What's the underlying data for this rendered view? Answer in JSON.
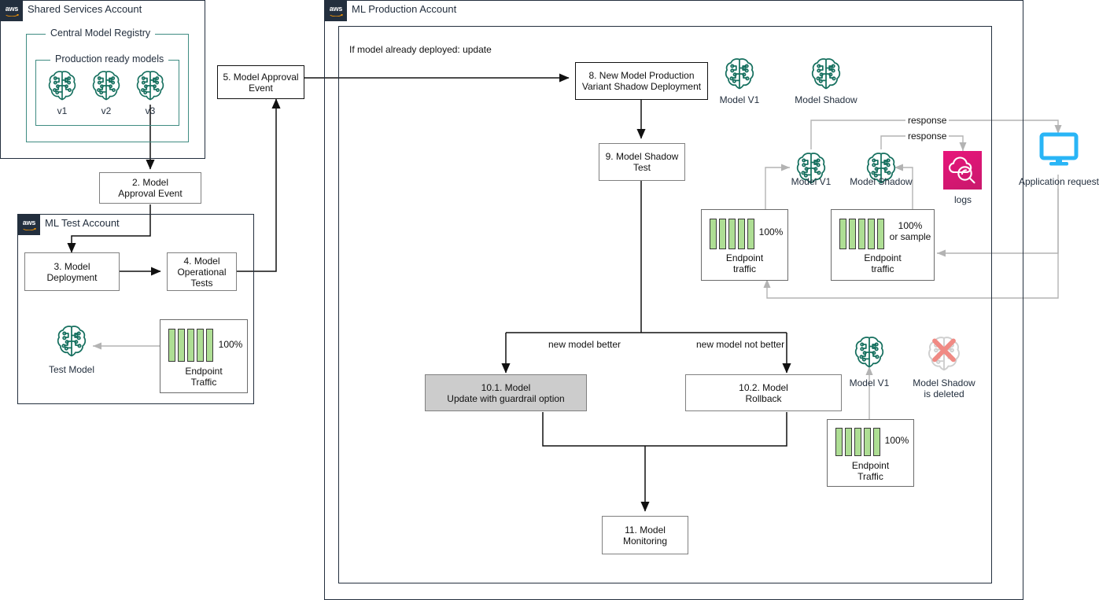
{
  "diagram": {
    "title": "SageMaker shadow deployment multi-account MLOps flow",
    "colors": {
      "aws_navy": "#232f3e",
      "sagemaker_teal": "#3f8c82",
      "registry_border": "#3f8c82",
      "traffic_bar_green": "#aede94",
      "cloudwatch_pink": "#e7157b",
      "monitor_blue": "#29b5f6",
      "deleted_x_red": "#f08a84",
      "gray_connector": "#b3b3b3",
      "highlight_fill": "#cccccc"
    }
  },
  "accounts": {
    "shared_services": {
      "badge": "aws",
      "title": "Shared Services Account"
    },
    "ml_test": {
      "badge": "aws",
      "title": "ML Test Account"
    },
    "ml_production": {
      "badge": "aws",
      "title": "ML Production Account"
    }
  },
  "registry": {
    "outer_label": "Central Model Registry",
    "inner_label": "Production ready models",
    "models": [
      {
        "icon": "sagemaker-brain-icon",
        "label": "v1"
      },
      {
        "icon": "sagemaker-brain-icon",
        "label": "v2"
      },
      {
        "icon": "sagemaker-brain-icon",
        "label": "v3"
      }
    ]
  },
  "steps": {
    "approval_event_2": "2. Model\nApproval Event",
    "approval_event_2_l1": "2. Model",
    "approval_event_2_l2": "Approval Event",
    "model_deployment_3_l1": "3. Model",
    "model_deployment_3_l2": "Deployment",
    "operational_tests_4_l1": "4. Model",
    "operational_tests_4_l2": "Operational",
    "operational_tests_4_l3": "Tests",
    "approval_event_5_l1": "5. Model Approval",
    "approval_event_5_l2": "Event",
    "shadow_deployment_8_l1": "8. New Model Production",
    "shadow_deployment_8_l2": "Variant Shadow Deployment",
    "shadow_test_9_l1": "9. Model Shadow",
    "shadow_test_9_l2": "Test",
    "model_update_101_l1": "10.1. Model",
    "model_update_101_l2": "Update with guardrail option",
    "model_rollback_102_l1": "10.2. Model",
    "model_rollback_102_l2": "Rollback",
    "model_monitoring_11_l1": "11. Model",
    "model_monitoring_11_l2": "Monitoring"
  },
  "labels": {
    "if_already_deployed": "If model already deployed: update",
    "new_model_better": "new model better",
    "new_model_not_better": "new model not better",
    "response_top": "response",
    "response_bottom": "response",
    "application_request": "Application request",
    "logs": "logs"
  },
  "test_account": {
    "test_model_caption": "Test Model",
    "endpoint": {
      "percent": "100%",
      "caption_l1": "Endpoint",
      "caption_l2": "Traffic",
      "bars": 5
    }
  },
  "production": {
    "top_icons": [
      {
        "icon": "sagemaker-brain-icon",
        "label": "Model V1"
      },
      {
        "icon": "sagemaker-brain-icon",
        "label": "Model Shadow"
      }
    ],
    "shadow_test_icons": [
      {
        "icon": "sagemaker-brain-icon",
        "label": "Model V1"
      },
      {
        "icon": "sagemaker-brain-icon",
        "label": "Model Shadow"
      }
    ],
    "endpoint_v1": {
      "percent": "100%",
      "caption_l1": "Endpoint",
      "caption_l2": "traffic",
      "bars": 5
    },
    "endpoint_shadow": {
      "percent_l1": "100%",
      "percent_l2": "or sample",
      "caption_l1": "Endpoint",
      "caption_l2": "traffic",
      "bars": 5
    },
    "rollback_icons": [
      {
        "icon": "sagemaker-brain-icon",
        "label": "Model V1"
      },
      {
        "icon": "sagemaker-brain-deleted-icon",
        "label_l1": "Model Shadow",
        "label_l2": "is deleted"
      }
    ],
    "endpoint_rollback": {
      "percent": "100%",
      "caption_l1": "Endpoint",
      "caption_l2": "Traffic",
      "bars": 5
    }
  }
}
